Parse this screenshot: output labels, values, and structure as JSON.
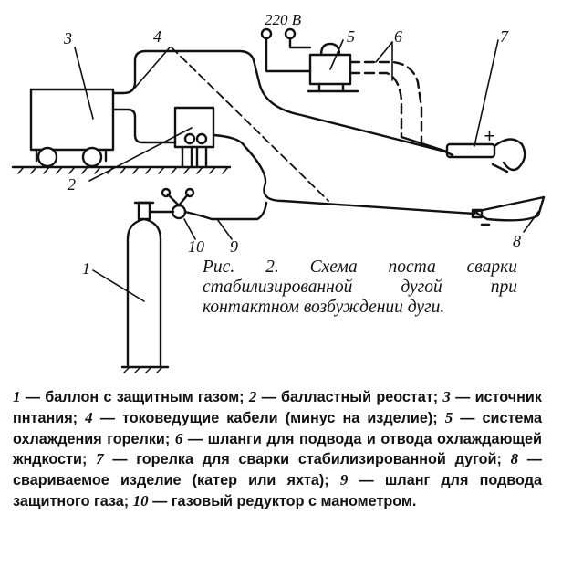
{
  "labels": {
    "voltage": "220 В",
    "n1": "1",
    "n2": "2",
    "n3": "3",
    "n4": "4",
    "n5": "5",
    "n6": "6",
    "n7": "7",
    "n8": "8",
    "n9": "9",
    "n10": "10",
    "plus": "+"
  },
  "caption": "Рис. 2. Схема поста сварки стабилизированной дугой при контактном возбуждении дуги.",
  "legend": [
    {
      "num": "1",
      "text": " — баллон с защитным газом; "
    },
    {
      "num": "2",
      "text": " — балластный реостат; "
    },
    {
      "num": "3",
      "text": " — источник пнтания; "
    },
    {
      "num": "4",
      "text": " — токоведущие кабели (минус на изделие); "
    },
    {
      "num": "5",
      "text": " — система охлаждения горелки; "
    },
    {
      "num": "6",
      "text": " — шланги для подвода и отвода охлаждающей жндкости; "
    },
    {
      "num": "7",
      "text": " — горелка для сварки стабилизированной дугой; "
    },
    {
      "num": "8",
      "text": " — свариваемое изделие (катер или яхта); "
    },
    {
      "num": "9",
      "text": " — шланг для подвода защитного газа; "
    },
    {
      "num": "10",
      "text": " — газовый редуктор с манометром."
    }
  ]
}
